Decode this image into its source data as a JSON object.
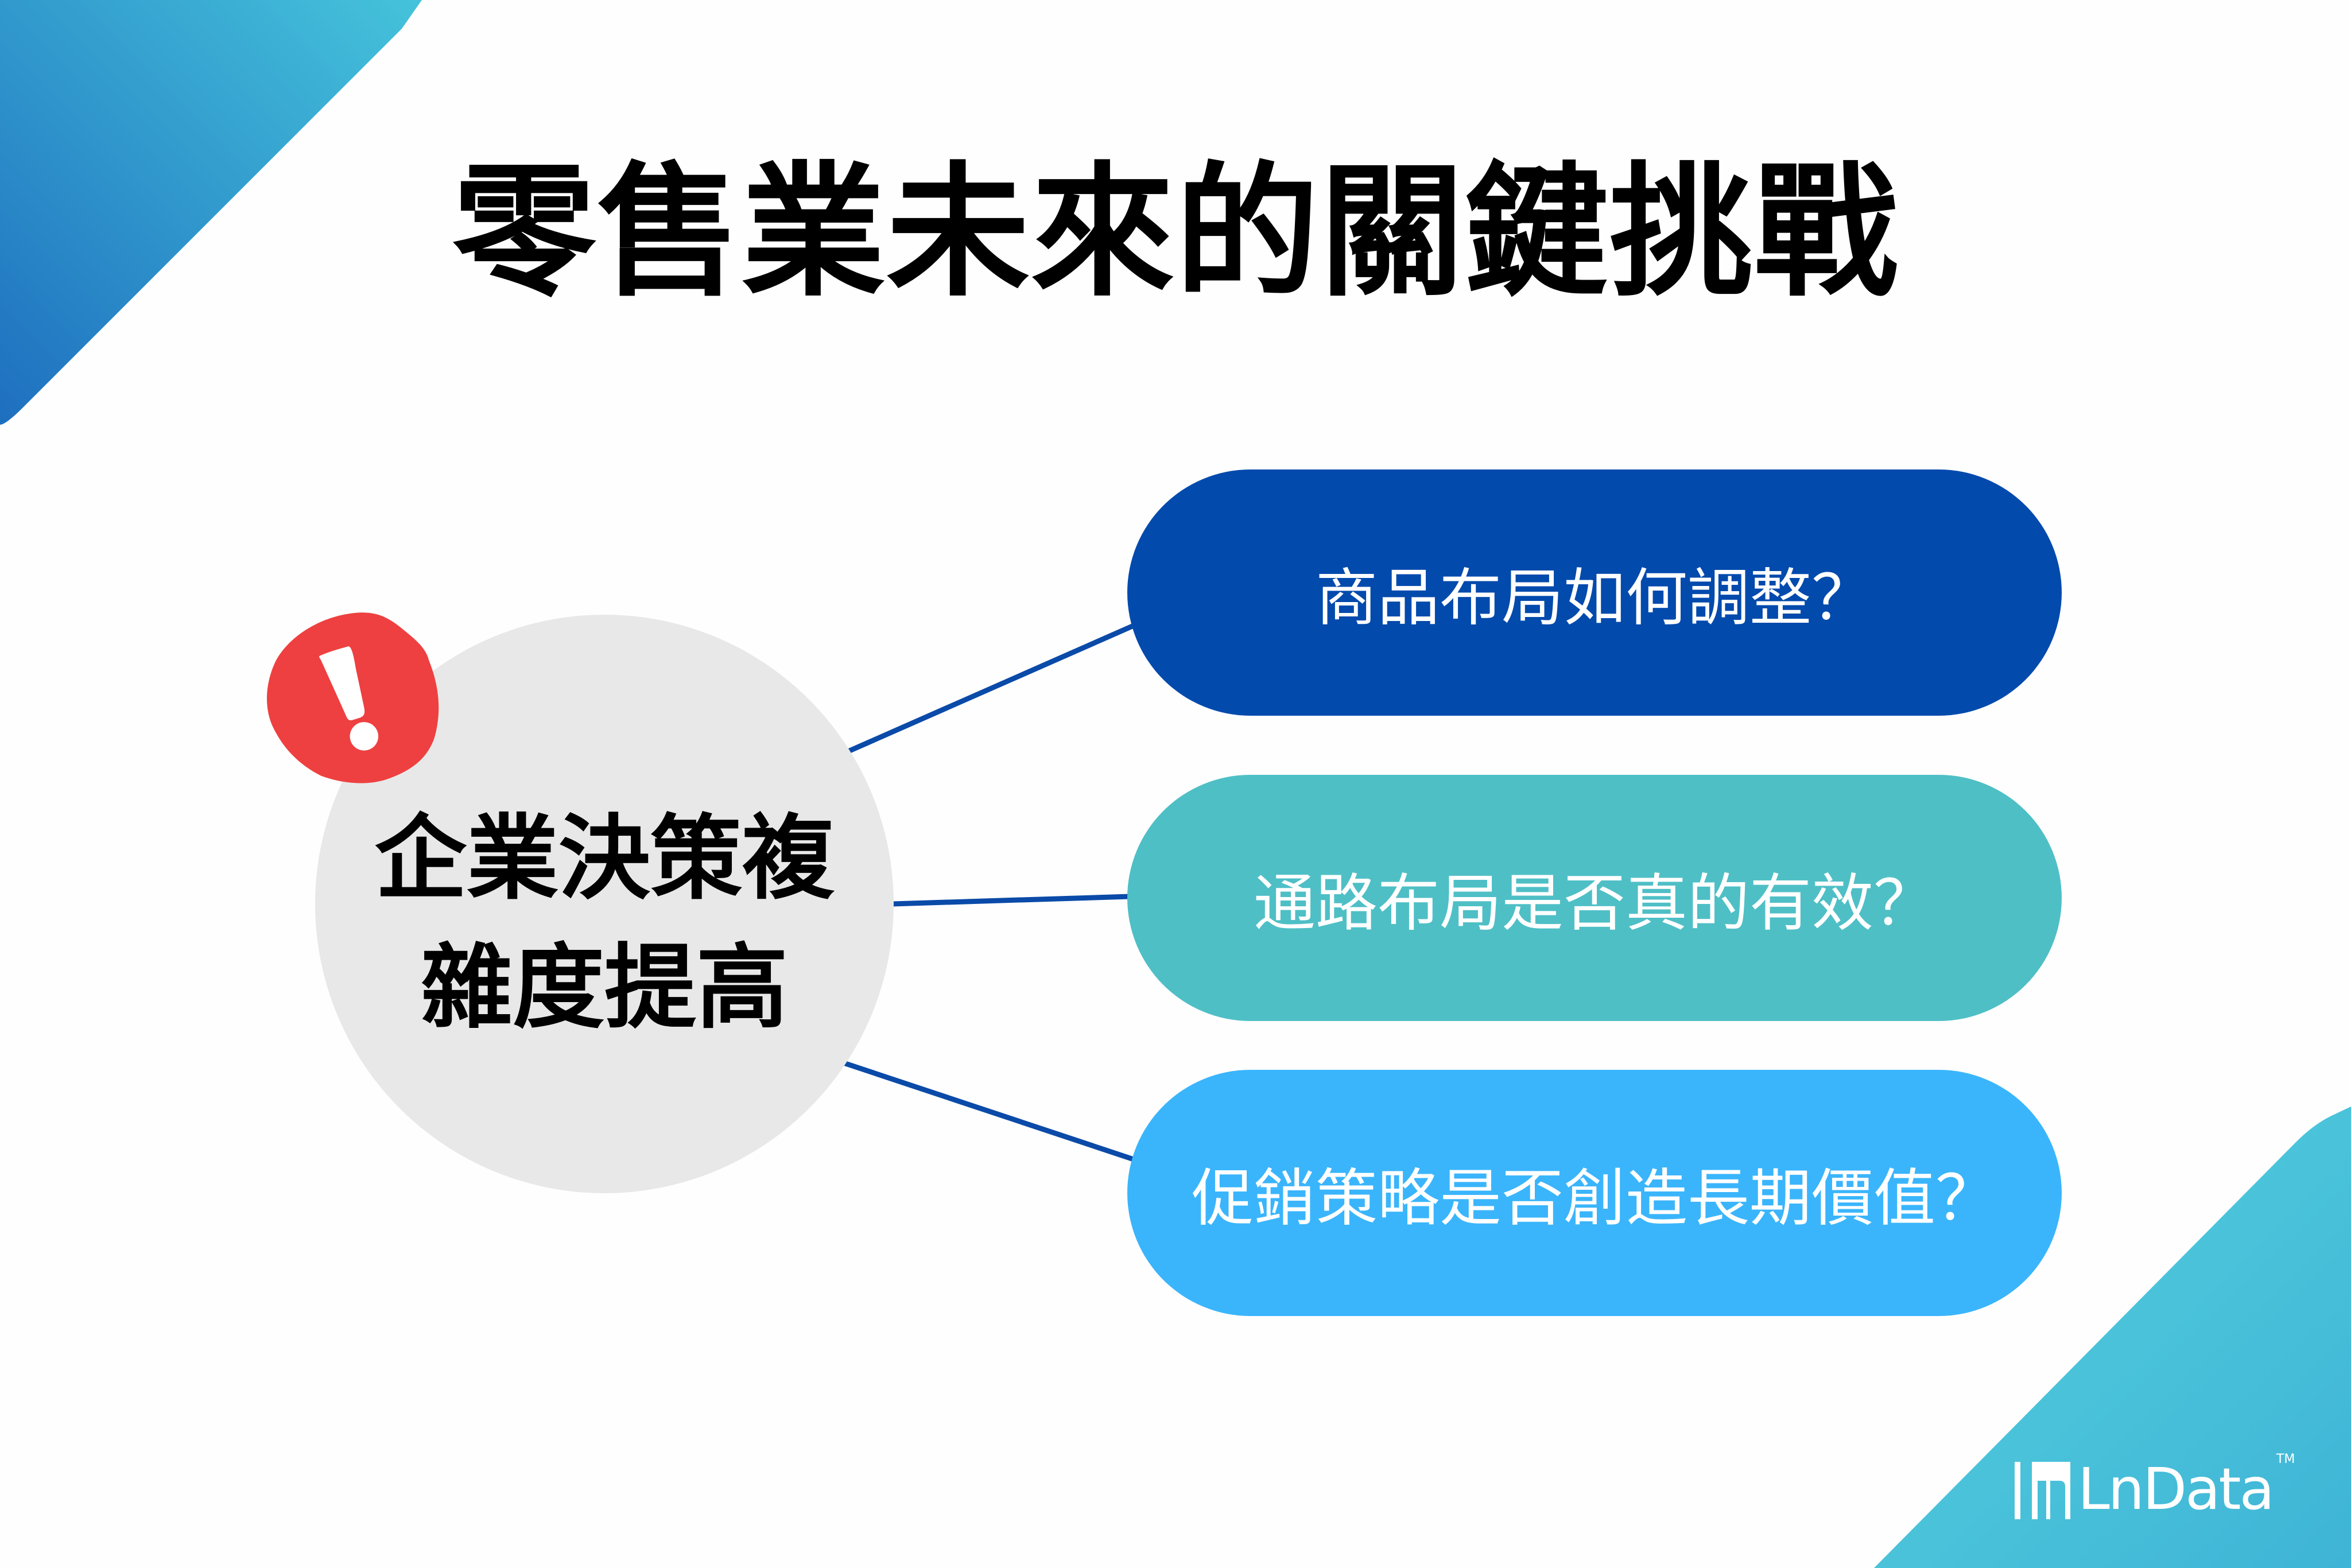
{
  "title": "零售業未來的關鍵挑戰",
  "center": {
    "line1": "企業決策複",
    "line2": "雜度提高",
    "icon": "exclamation-icon"
  },
  "questions": [
    {
      "text": "商品布局如何調整？",
      "color": "#034aad"
    },
    {
      "text": "通路布局是否真的有效？",
      "color": "#4fbfc6"
    },
    {
      "text": "促銷策略是否創造長期價值？",
      "color": "#3ab5fc"
    }
  ],
  "logo": {
    "text": "LnData",
    "tm": "TM"
  },
  "colors": {
    "connector": "#0a4aa8",
    "alert": "#ee4040",
    "circle": "#e8e8e8"
  }
}
